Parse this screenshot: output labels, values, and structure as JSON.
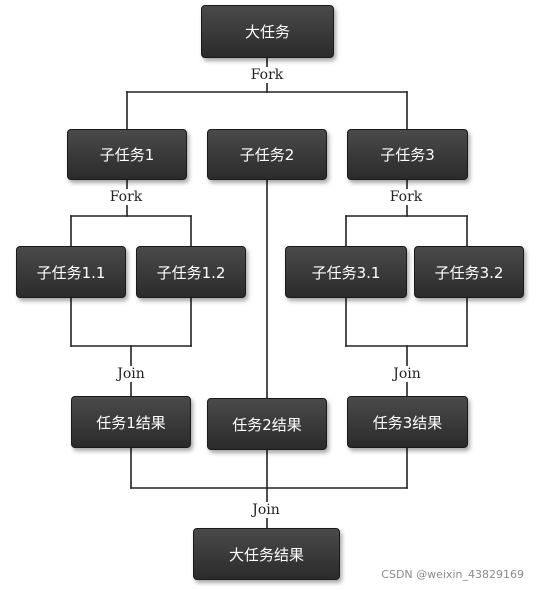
{
  "nodes": {
    "big_task": "大任务",
    "sub1": "子任务1",
    "sub2": "子任务2",
    "sub3": "子任务3",
    "sub1_1": "子任务1.1",
    "sub1_2": "子任务1.2",
    "sub3_1": "子任务3.1",
    "sub3_2": "子任务3.2",
    "result1": "任务1结果",
    "result2": "任务2结果",
    "result3": "任务3结果",
    "big_result": "大任务结果"
  },
  "labels": {
    "fork_top": "Fork",
    "fork_left": "Fork",
    "fork_right": "Fork",
    "join_left": "Join",
    "join_right": "Join",
    "join_bottom": "Join"
  },
  "watermark": "CSDN @weixin_43829169",
  "colors": {
    "node_fill": "#3a3a3a",
    "node_text": "#ffffff",
    "line": "#222222"
  }
}
